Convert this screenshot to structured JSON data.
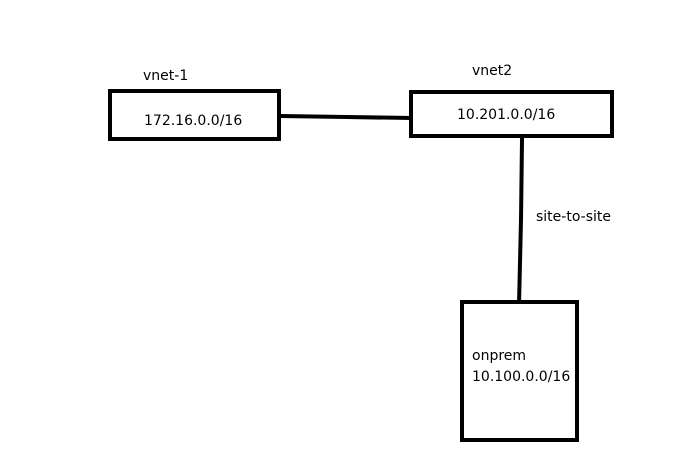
{
  "nodes": {
    "vnet1": {
      "name": "vnet-1",
      "cidr": "172.16.0.0/16"
    },
    "vnet2": {
      "name": "vnet2",
      "cidr": "10.201.0.0/16"
    },
    "onprem": {
      "name": "onprem",
      "cidr": "10.100.0.0/16"
    }
  },
  "edges": {
    "vnet1_vnet2": {
      "label": ""
    },
    "vnet2_onprem": {
      "label": "site-to-site"
    }
  },
  "colors": {
    "line": "#000000",
    "background": "#ffffff"
  }
}
